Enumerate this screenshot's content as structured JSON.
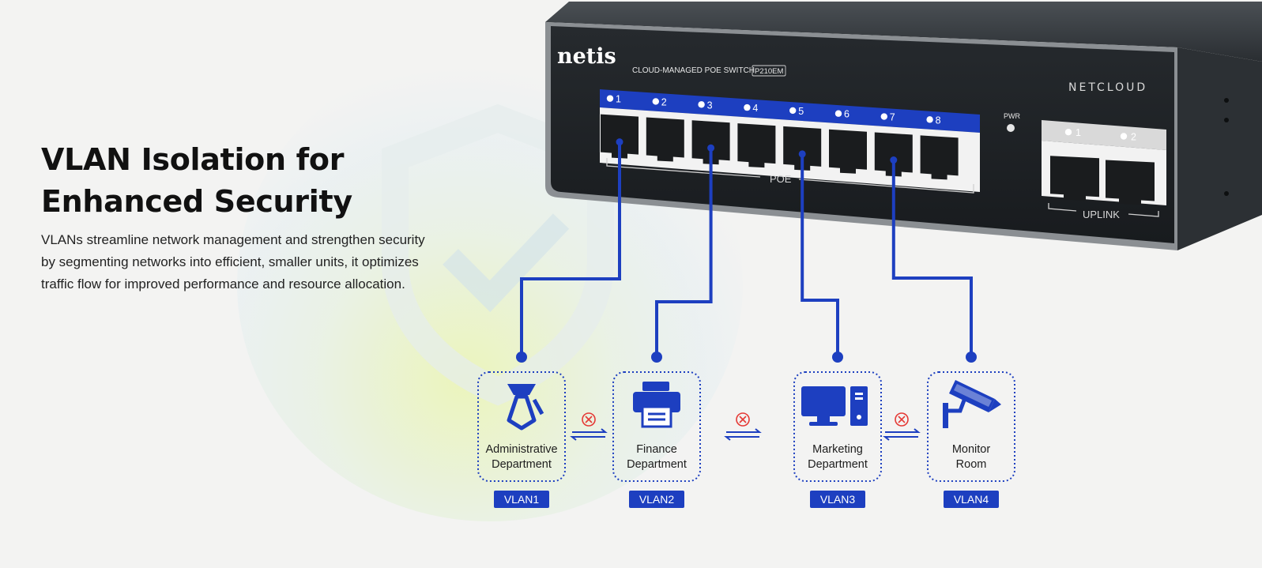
{
  "heading": {
    "line1": "VLAN Isolation for",
    "line2": "Enhanced Security"
  },
  "description": {
    "line1": "VLANs streamline network management and strengthen security",
    "line2": "by segmenting networks into efficient, smaller units, it optimizes",
    "line3": "traffic flow for improved performance and resource allocation."
  },
  "switch": {
    "brand": "netis",
    "product_line": "CLOUD-MANAGED POE SWITCH",
    "model": "P210EM",
    "cloud_brand": "NETCLOUD",
    "pwr_label": "PWR",
    "poe_label": "POE",
    "uplink_label": "UPLINK",
    "poe_ports": [
      "1",
      "2",
      "3",
      "4",
      "5",
      "6",
      "7",
      "8"
    ],
    "uplink_ports": [
      "1",
      "2"
    ]
  },
  "departments": [
    {
      "line1": "Administrative",
      "line2": "Department",
      "vlan": "VLAN1",
      "icon": "tie-icon",
      "port": 1
    },
    {
      "line1": "Finance",
      "line2": "Department",
      "vlan": "VLAN2",
      "icon": "printer-icon",
      "port": 3
    },
    {
      "line1": "Marketing",
      "line2": "Department",
      "vlan": "VLAN3",
      "icon": "desktop-computer-icon",
      "port": 5
    },
    {
      "line1": "Monitor",
      "line2": "Room",
      "vlan": "VLAN4",
      "icon": "security-camera-icon",
      "port": 7
    }
  ],
  "colors": {
    "accent_blue": "#1d3fc0",
    "isolation_red": "#e53935",
    "switch_body": "#1f2326"
  }
}
